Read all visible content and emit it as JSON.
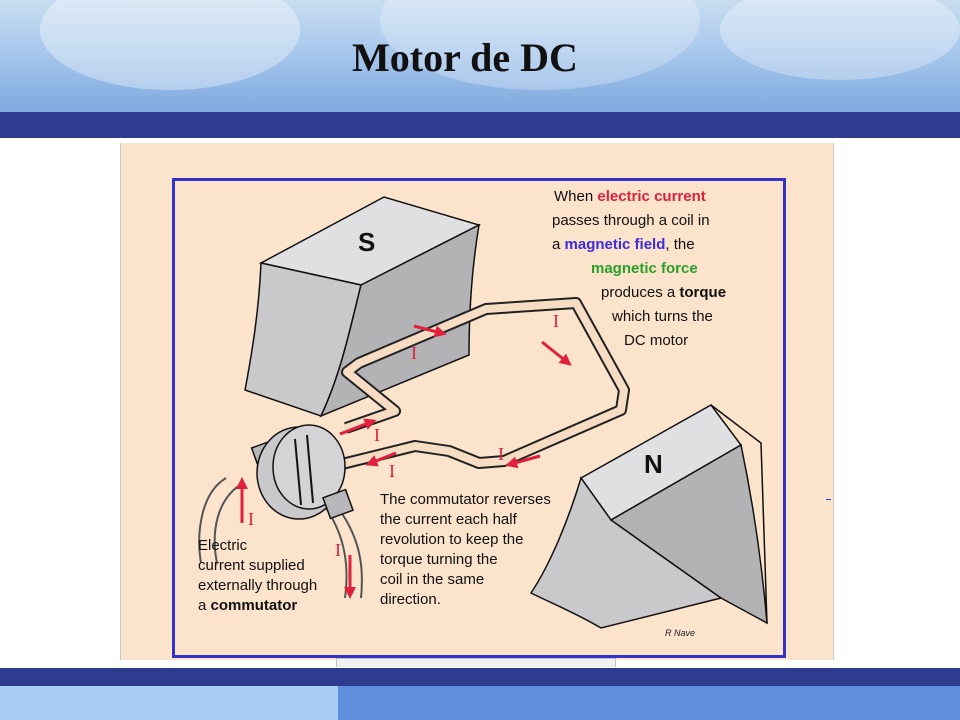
{
  "slide": {
    "title": "Motor de DC"
  },
  "diagram": {
    "pole_s": "S",
    "pole_n": "N",
    "current_label": "I",
    "description": {
      "l1a": "When ",
      "l1b": "electric current",
      "l2": "passes through a  coil in",
      "l3a": "a ",
      "l3b": "magnetic field",
      "l3c": ", the",
      "l4": "magnetic force",
      "l5a": "produces a ",
      "l5b": "torque",
      "l6": "which turns the",
      "l7": "DC motor"
    },
    "commutator_note": {
      "l1": "The commutator reverses",
      "l2": "the current each half",
      "l3": "revolution to keep the",
      "l4": "torque turning the",
      "l5": "coil in the same",
      "l6": "direction."
    },
    "supply_note": {
      "l1": "Electric",
      "l2": "current supplied",
      "l3": "externally through",
      "l4a": "a ",
      "l4b": "commutator"
    },
    "credit": "R Nave",
    "colors": {
      "electric_current": "#e0203c",
      "magnetic_field": "#3a2ee0",
      "magnetic_force": "#2aa02a",
      "magnet": "#c9c9cb",
      "frame": "#3333cc",
      "background": "#fbe3cc"
    }
  }
}
